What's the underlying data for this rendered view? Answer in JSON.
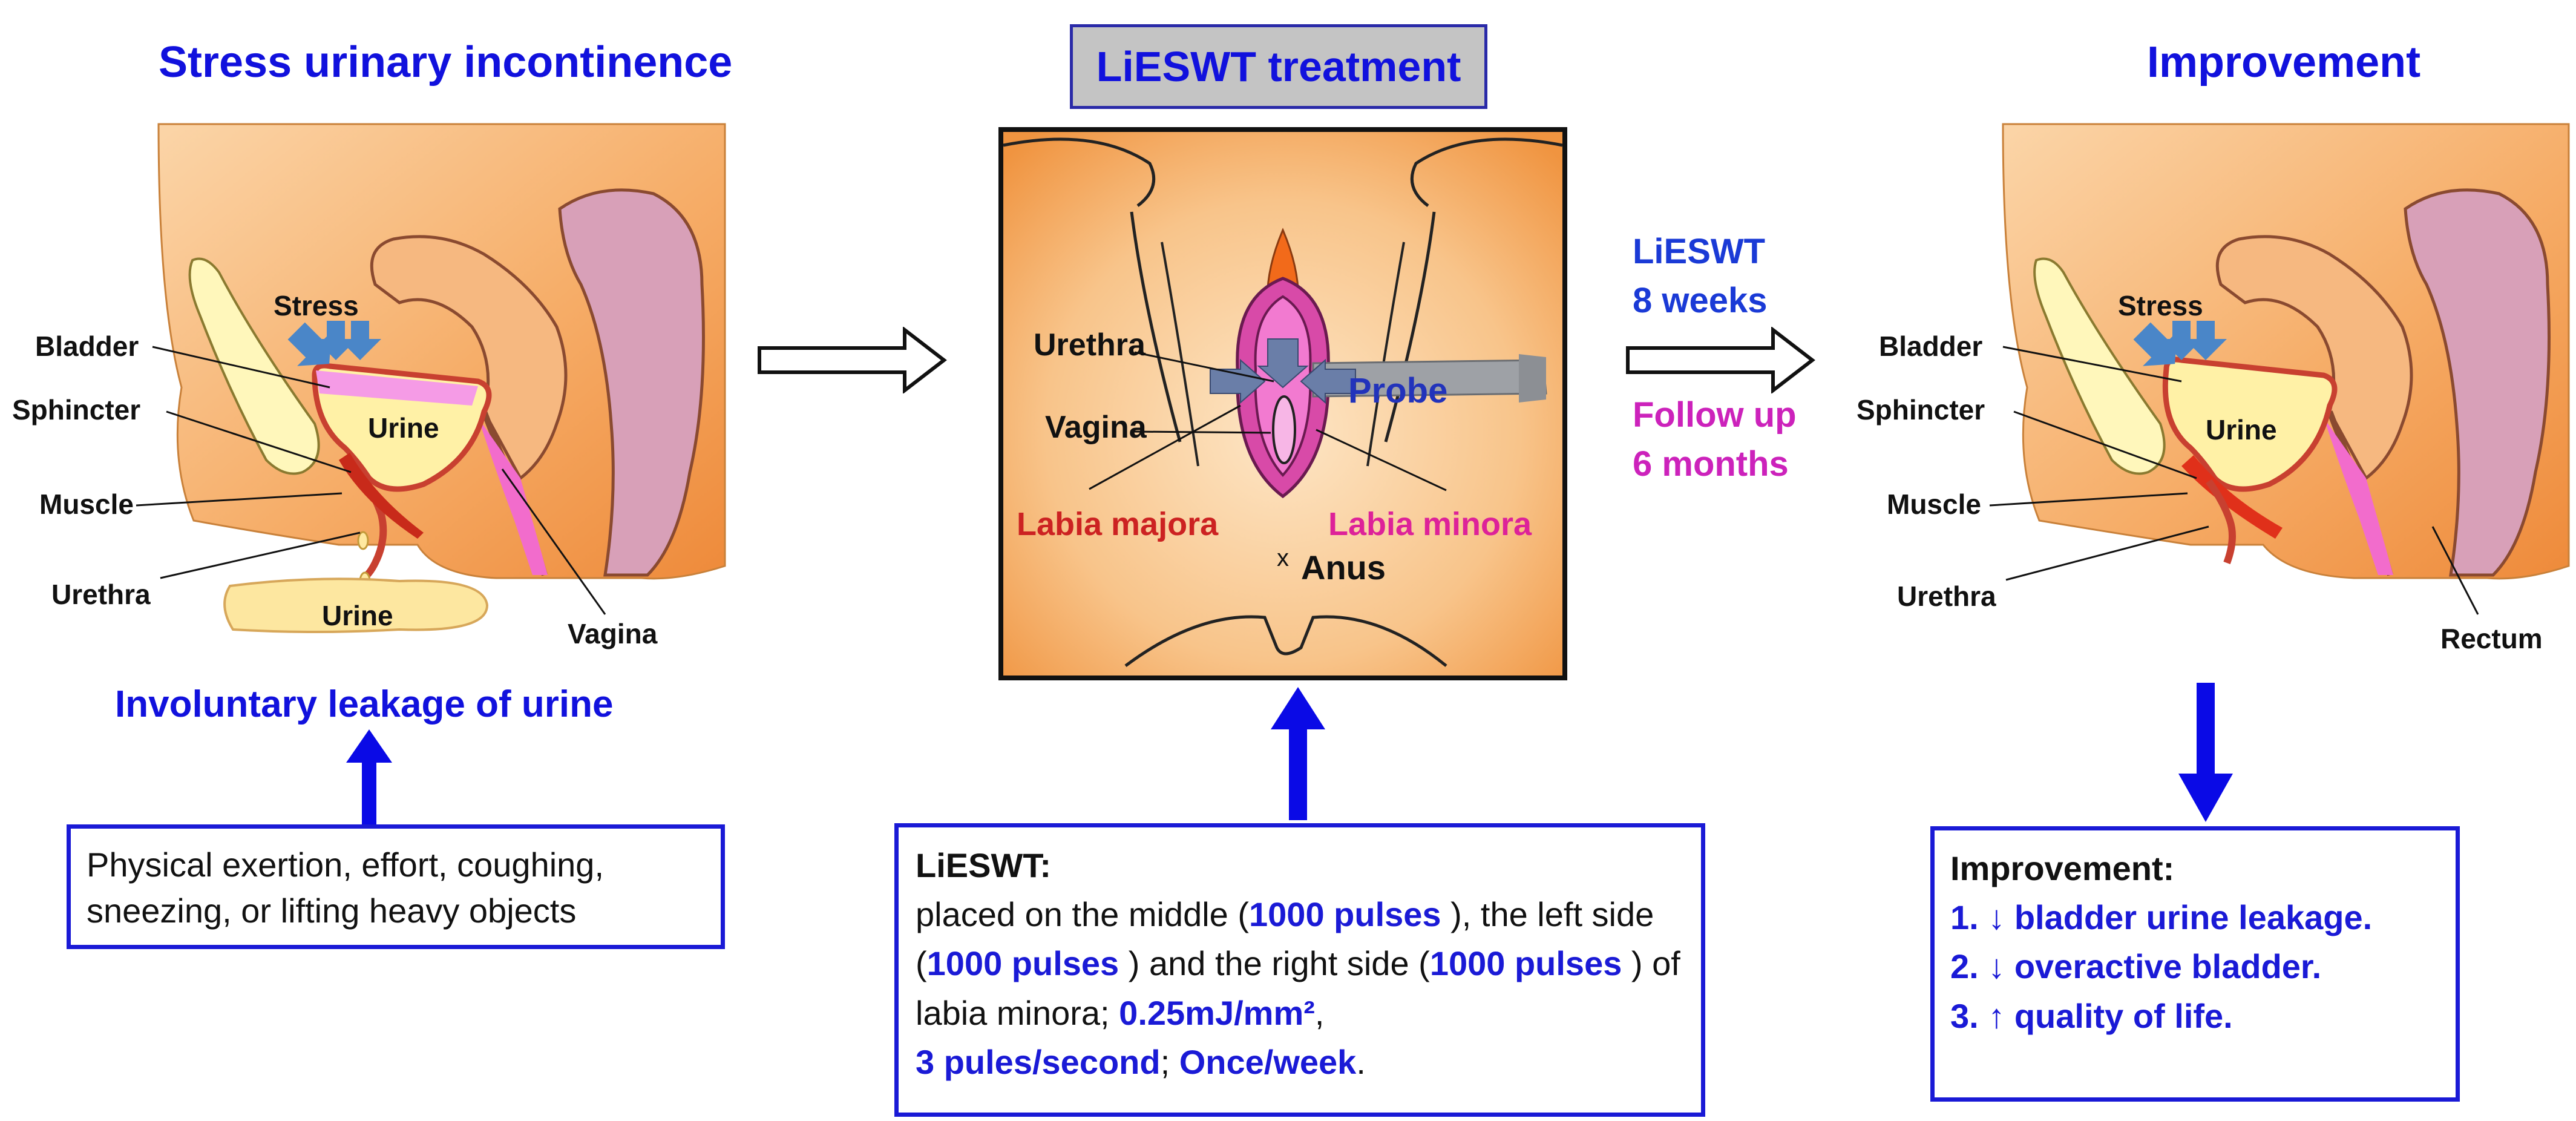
{
  "left": {
    "title": "Stress urinary incontinence",
    "labels": {
      "stress": "Stress",
      "bladder": "Bladder",
      "sphincter": "Sphincter",
      "muscle": "Muscle",
      "urethra": "Urethra",
      "urine_inside": "Urine",
      "urine_puddle": "Urine",
      "vagina": "Vagina"
    },
    "caption": "Involuntary leakage  of urine",
    "box_text": "Physical exertion, effort, coughing, sneezing, or  lifting heavy objects"
  },
  "middle": {
    "title": "LiESWT treatment",
    "labels": {
      "urethra": "Urethra",
      "vagina": "Vagina",
      "probe": "Probe",
      "labia_majora": "Labia majora",
      "labia_minora": "Labia minora",
      "anus_mark": "x",
      "anus": "Anus"
    },
    "box": {
      "heading": "LiESWT:",
      "t1": "placed on the middle (",
      "p1": "1000  pulses",
      "t2": " ), the left side (",
      "p2": "1000  pulses",
      "t3": " ) and the right side (",
      "p3": "1000 pulses",
      "t4": " ) of labia minora;  ",
      "energy": "0.25mJ/mm²",
      "t5": ",",
      "rate": "3 pules/second",
      "t6": "; ",
      "freq": "Once/week",
      "t7": "."
    }
  },
  "transition": {
    "line1": "LiESWT",
    "line2": "8 weeks",
    "line3": "Follow up",
    "line4": "6 months"
  },
  "right": {
    "title": "Improvement",
    "labels": {
      "stress": "Stress",
      "bladder": "Bladder",
      "sphincter": "Sphincter",
      "urine": "Urine",
      "muscle": "Muscle",
      "urethra": "Urethra",
      "rectum": "Rectum"
    },
    "box": {
      "heading": "Improvement:",
      "item1": "1. ↓ bladder urine leakage.",
      "item2": "2. ↓ overactive bladder.",
      "item3": "3. ↑ quality of life."
    }
  },
  "colors": {
    "title_blue": "#1111dd",
    "box_border": "#1a1ad6",
    "magenta": "#cc22bb",
    "labia_majora_red": "#cc2222",
    "labia_minora_pink": "#dd2299",
    "probe_blue": "#2233bb",
    "skin_orange": "#f6a860",
    "arrow_blue": "#0a0ae6"
  }
}
